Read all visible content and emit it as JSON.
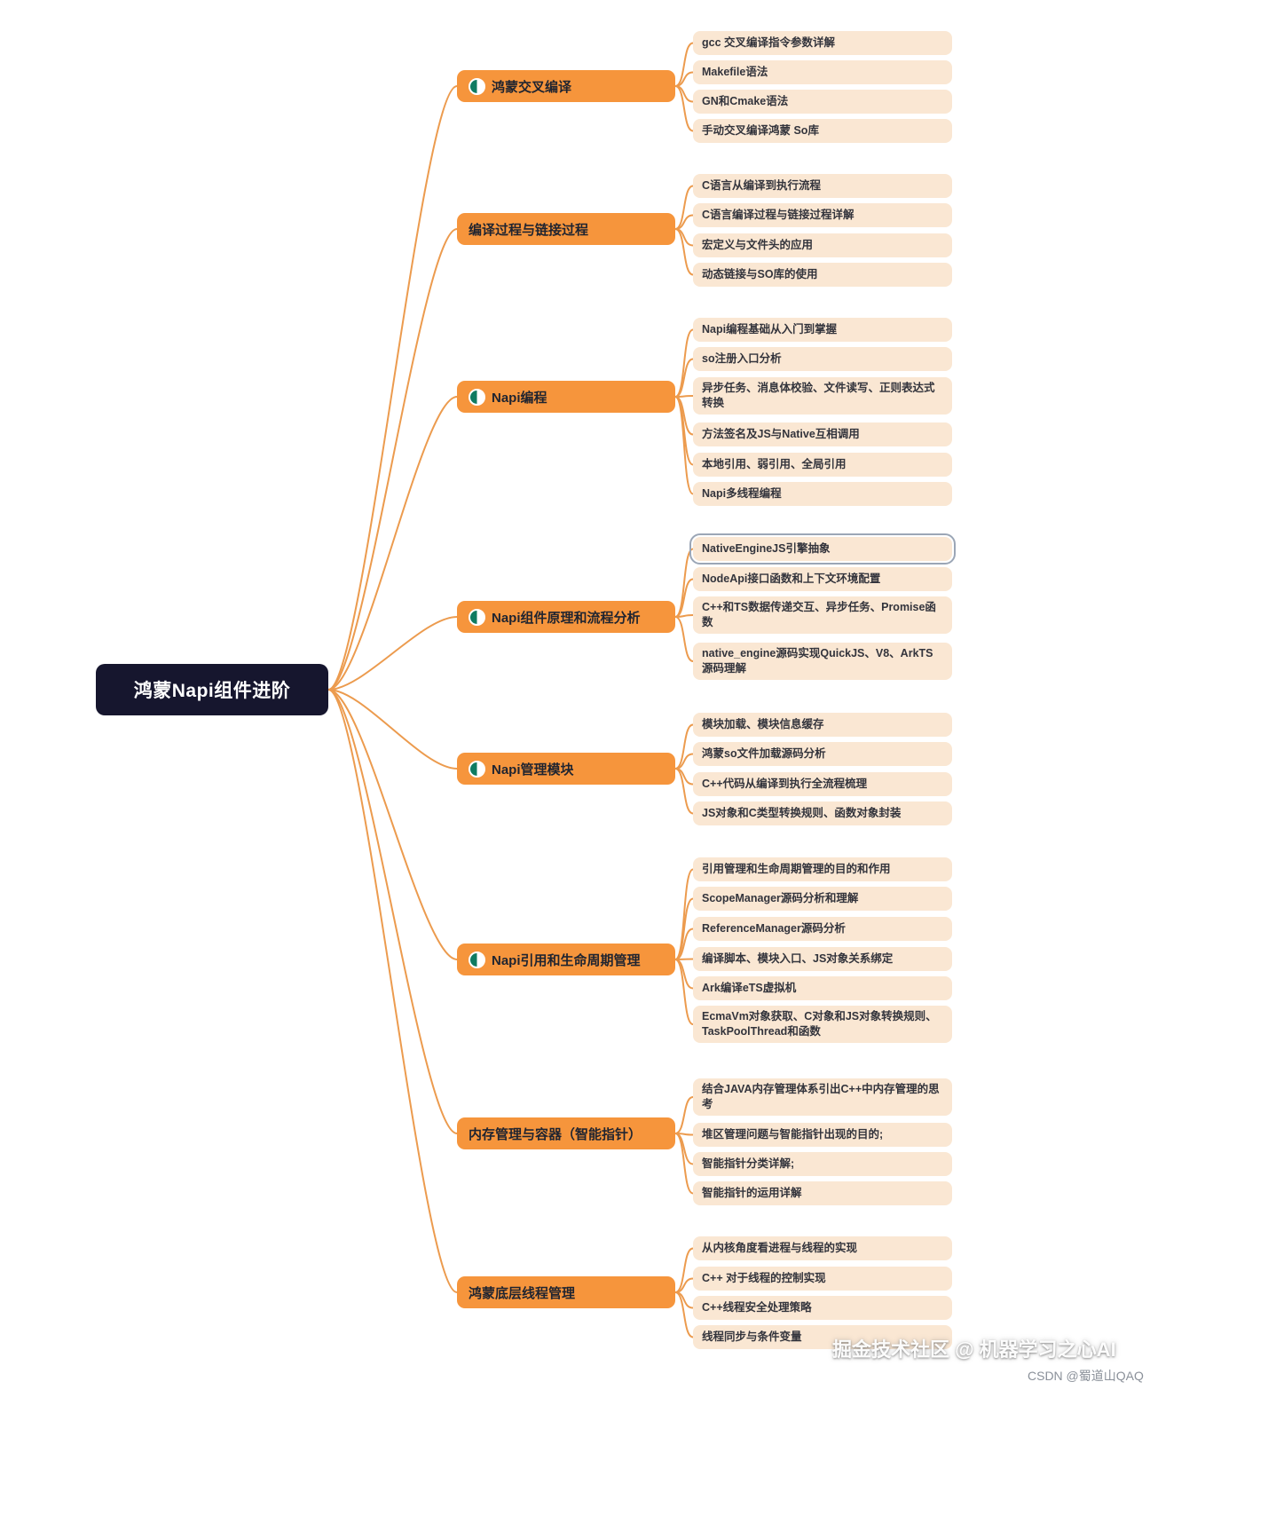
{
  "root": {
    "label": "鸿蒙Napi组件进阶"
  },
  "branches": [
    {
      "label": "鸿蒙交叉编译",
      "icon": "progress-pie-icon",
      "children": [
        "gcc 交叉编译指令参数详解",
        "Makefile语法",
        "GN和Cmake语法",
        "手动交叉编译鸿蒙 So库"
      ]
    },
    {
      "label": "编译过程与链接过程",
      "icon": null,
      "children": [
        "C语言从编译到执行流程",
        "C语言编译过程与链接过程详解",
        "宏定义与文件头的应用",
        "动态链接与SO库的使用"
      ]
    },
    {
      "label": "Napi编程",
      "icon": "progress-pie-icon",
      "children": [
        "Napi编程基础从入门到掌握",
        "so注册入口分析",
        "异步任务、消息体校验、文件读写、正则表达式转换",
        "方法签名及JS与Native互相调用",
        "本地引用、弱引用、全局引用",
        "Napi多线程编程"
      ]
    },
    {
      "label": "Napi组件原理和流程分析",
      "icon": "progress-pie-icon",
      "children": [
        "NativeEngineJS引擎抽象",
        "NodeApi接口函数和上下文环境配置",
        "C++和TS数据传递交互、异步任务、Promise函数",
        "native_engine源码实现QuickJS、V8、ArkTS源码理解"
      ]
    },
    {
      "label": "Napi管理模块",
      "icon": "progress-pie-icon",
      "children": [
        "模块加载、模块信息缓存",
        "鸿蒙so文件加载源码分析",
        "C++代码从编译到执行全流程梳理",
        "JS对象和C类型转换规则、函数对象封装"
      ]
    },
    {
      "label": "Napi引用和生命周期管理",
      "icon": "progress-pie-icon",
      "children": [
        "引用管理和生命周期管理的目的和作用",
        "ScopeManager源码分析和理解",
        "ReferenceManager源码分析",
        "编译脚本、模块入口、JS对象关系绑定",
        "Ark编译eTS虚拟机",
        "EcmaVm对象获取、C对象和JS对象转换规则、TaskPoolThread和函数"
      ]
    },
    {
      "label": "内存管理与容器（智能指针）",
      "icon": null,
      "children": [
        "结合JAVA内存管理体系引出C++中内存管理的思考",
        "堆区管理问题与智能指针出现的目的;",
        "智能指针分类详解;",
        "智能指针的运用详解"
      ]
    },
    {
      "label": "鸿蒙底层线程管理",
      "icon": null,
      "children": [
        "从内核角度看进程与线程的实现",
        "C++ 对于线程的控制实现",
        "C++线程安全处理策略",
        "线程同步与条件变量"
      ]
    }
  ],
  "selection": {
    "topic": "NativeEngineJS引擎抽象"
  },
  "watermarks": {
    "community": "掘金技术社区 @ 机器学习之心AI",
    "csdn": "CSDN @蜀道山QAQ"
  },
  "colors": {
    "root-bg": "#16162E",
    "root-text": "#FFFFFF",
    "branch-bg": "#F6953C",
    "branch-text": "#1F2430",
    "child-bg": "#FAE7D3",
    "child-text": "#33343C",
    "connector": "#EC9B4E",
    "selection": "#9BA6B6"
  }
}
